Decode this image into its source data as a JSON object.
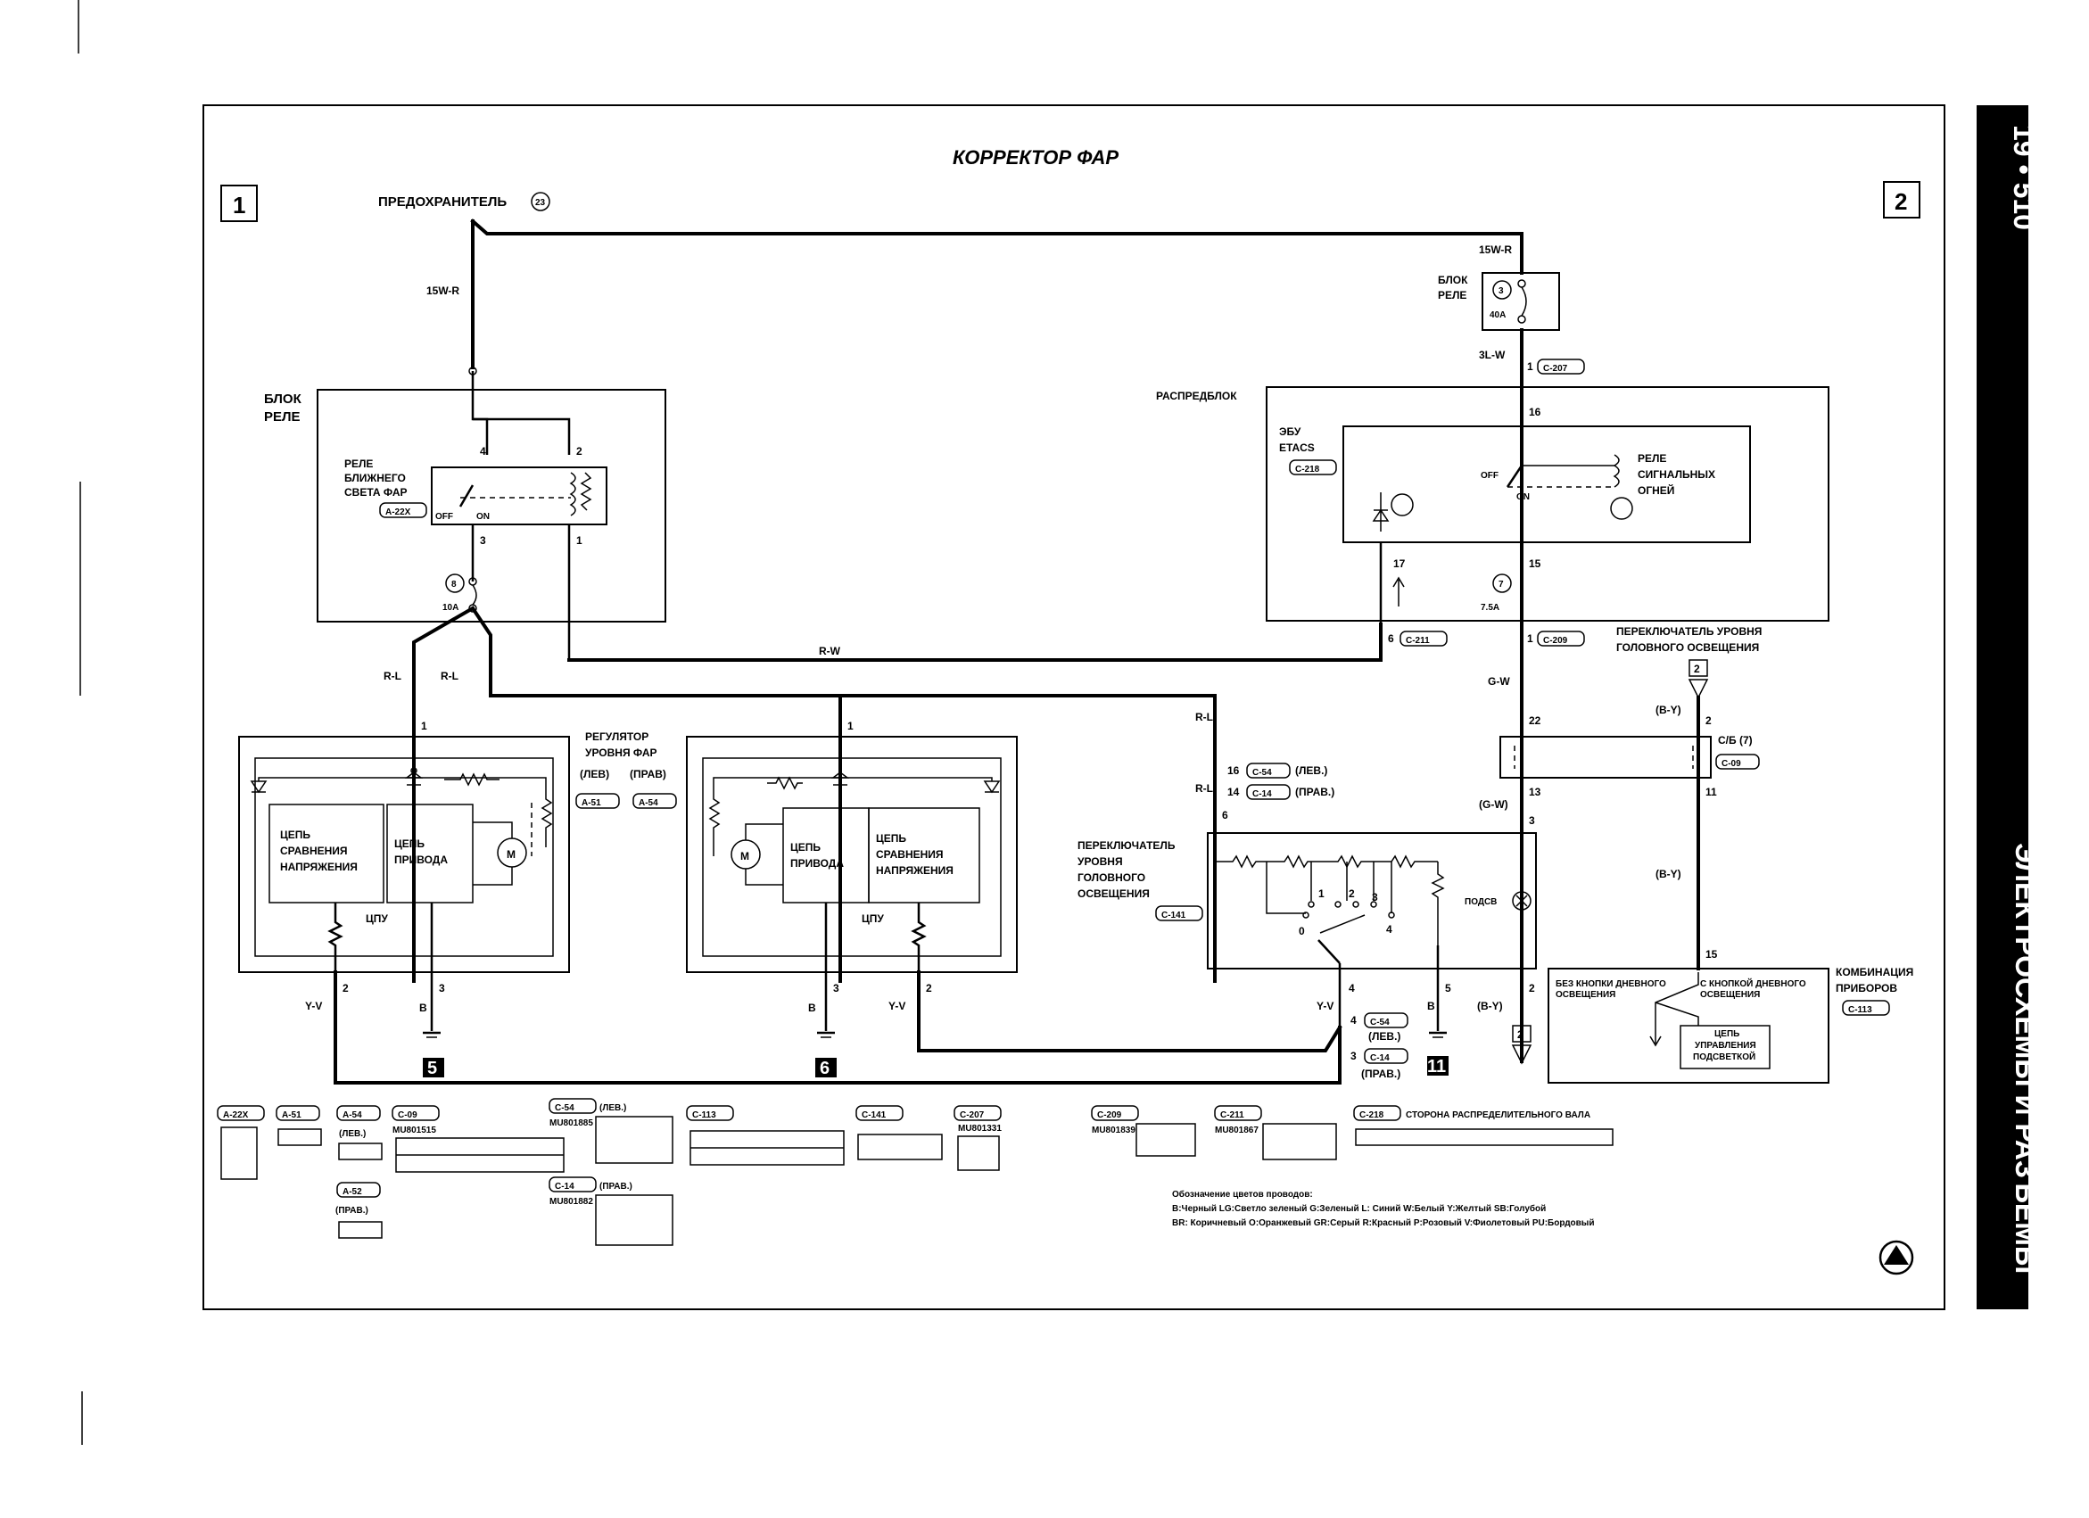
{
  "page": {
    "title": "КОРРЕКТОР ФАР",
    "page_number": "19 • 510",
    "side_title": "ЭЛЕКТРОСХЕМЫ И РАЗЪЕМЫ",
    "sheet_left": "1",
    "sheet_right": "2"
  },
  "fuse_main": {
    "label": "ПРЕДОХРАНИТЕЛЬ",
    "number": "23",
    "wire": "15W-R"
  },
  "relay_block_right": {
    "label_line1": "БЛОК",
    "label_line2": "РЕЛЕ",
    "wire_in": "15W-R",
    "fuse_number": "3",
    "fuse_rating": "40A",
    "wire_out": "3L-W",
    "pin": "1",
    "connector": "C-207"
  },
  "relay_block_left": {
    "label_line1": "БЛОК",
    "label_line2": "РЕЛЕ",
    "relay_line1": "РЕЛЕ",
    "relay_line2": "БЛИЖНЕГО",
    "relay_line3": "СВЕТА ФАР",
    "relay_connector": "A-22X",
    "off": "OFF",
    "on": "ON",
    "pin_4": "4",
    "pin_2": "2",
    "pin_3": "3",
    "pin_1": "1",
    "fuse_number": "8",
    "fuse_rating": "10A"
  },
  "distribution_block": {
    "label": "РАСПРЕДБЛОК",
    "ecu_line1": "ЭБУ",
    "ecu_line2": "ETACS",
    "ecu_connector": "C-218",
    "relay_line1": "РЕЛЕ",
    "relay_line2": "СИГНАЛЬНЫХ",
    "relay_line3": "ОГНЕЙ",
    "off": "OFF",
    "on": "ON",
    "pin_16": "16",
    "pin_17": "17",
    "pin_15": "15",
    "fuse_number": "7",
    "fuse_rating": "7.5A",
    "out_left_pin": "6",
    "out_left_connector": "C-211",
    "out_right_pin": "1",
    "out_right_connector": "C-209"
  },
  "wires": {
    "rw": "R-W",
    "rl": "R-L",
    "gw": "G-W",
    "gw_paren": "(G-W)",
    "yv": "Y-V",
    "b": "B",
    "by": "(B-Y)"
  },
  "leveler": {
    "title_line1": "РЕГУЛЯТОР",
    "title_line2": "УРОВНЯ ФАР",
    "left": "(ЛЕВ)",
    "right": "(ПРАВ)",
    "conn_left": "A-51",
    "conn_right": "A-54",
    "compare_line1": "ЦЕПЬ",
    "compare_line2": "СРАВНЕНИЯ",
    "compare_line3": "НАПРЯЖЕНИЯ",
    "drive_line1": "ЦЕПЬ",
    "drive_line2": "ПРИВОДА",
    "cpu": "ЦПУ",
    "motor": "M",
    "pin_1": "1",
    "pin_2": "2",
    "pin_3": "3"
  },
  "ground_marks": {
    "g5": "5",
    "g6": "6",
    "g11": "11"
  },
  "switch": {
    "title_line1": "ПЕРЕКЛЮЧАТЕЛЬ",
    "title_line2": "УРОВНЯ",
    "title_line3": "ГОЛОВНОГО",
    "title_line4": "ОСВЕЩЕНИЯ",
    "connector": "C-141",
    "pos_0": "0",
    "pos_1": "1",
    "pos_2": "2",
    "pos_3": "3",
    "pos_4": "4",
    "backlight": "ПОДСВ",
    "pin_6": "6",
    "pin_4": "4",
    "pin_5": "5",
    "pin_3": "3",
    "pin_2": "2",
    "c54_pin16": "16",
    "c54": "C-54",
    "lev": "(ЛЕВ.)",
    "c14_pin14": "14",
    "c14": "C-14",
    "prav": "(ПРАВ.)",
    "c54_pin4": "4",
    "c14_pin3": "3",
    "ref_2": "2"
  },
  "jb": {
    "title_line1": "ПЕРЕКЛЮЧАТЕЛЬ УРОВНЯ",
    "title_line2": "ГОЛОВНОГО ОСВЕЩЕНИЯ",
    "ref_2": "2",
    "label": "С/Б (7)",
    "connector": "C-09",
    "pin_22": "22",
    "pin_13": "13",
    "pin_2": "2",
    "pin_11": "11",
    "pin_15": "15"
  },
  "cluster": {
    "title_line1": "КОМБИНАЦИЯ",
    "title_line2": "ПРИБОРОВ",
    "connector": "C-113",
    "without_line1": "БЕЗ КНОПКИ ДНЕВНОГО",
    "without_line2": "ОСВЕЩЕНИЯ",
    "with_line1": "С КНОПКОЙ ДНЕВНОГО",
    "with_line2": "ОСВЕЩЕНИЯ",
    "ctrl_line1": "ЦЕПЬ",
    "ctrl_line2": "УПРАВЛЕНИЯ",
    "ctrl_line3": "ПОДСВЕТКОЙ"
  },
  "connectors": {
    "a22x": "A-22X",
    "a51": "A-51",
    "a54": "A-54",
    "a54_note": "(ЛЕВ.)",
    "a52": "A-52",
    "a52_note": "(ПРАВ.)",
    "c09": "C-09",
    "c09_part": "MU801515",
    "c54": "C-54",
    "c54_note": "(ЛЕВ.)",
    "c54_part": "MU801885",
    "c14": "C-14",
    "c14_note": "(ПРАВ.)",
    "c14_part": "MU801882",
    "c113": "C-113",
    "c141": "C-141",
    "c207": "C-207",
    "c207_part": "MU801331",
    "c209": "C-209",
    "c209_part": "MU801839",
    "c211": "C-211",
    "c211_part": "MU801867",
    "c218": "C-218",
    "c218_note": "СТОРОНА РАСПРЕДЕЛИТЕЛЬНОГО ВАЛА"
  },
  "legend": {
    "heading": "Обозначение цветов проводов:",
    "line1": "B:Черный LG:Светло зеленый G:Зеленый L: Синий W:Белый Y:Желтый SB:Голубой",
    "line2": "BR: Коричневый O:Оранжевый GR:Серый R:Красный P:Розовый V:Фиолетовый PU:Бордовый"
  }
}
